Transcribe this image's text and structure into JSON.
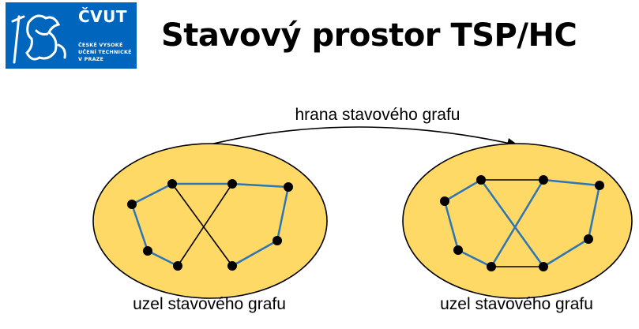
{
  "logo": {
    "name": "ČVUT",
    "line1": "ČESKÉ VYSOKÉ",
    "line2": "UČENÍ TECHNICKÉ",
    "line3": "V PRAZE"
  },
  "title": "Stavový prostor TSP/HC",
  "edge_label": "hrana stavového grafu",
  "node_labels": [
    "uzel stavového grafu",
    "uzel stavového grafu"
  ],
  "colors": {
    "logo_blue": "#0065bd",
    "node_fill": "#ffd966",
    "tour_edge": "#2e75b6",
    "cross_edge": "#000000"
  }
}
